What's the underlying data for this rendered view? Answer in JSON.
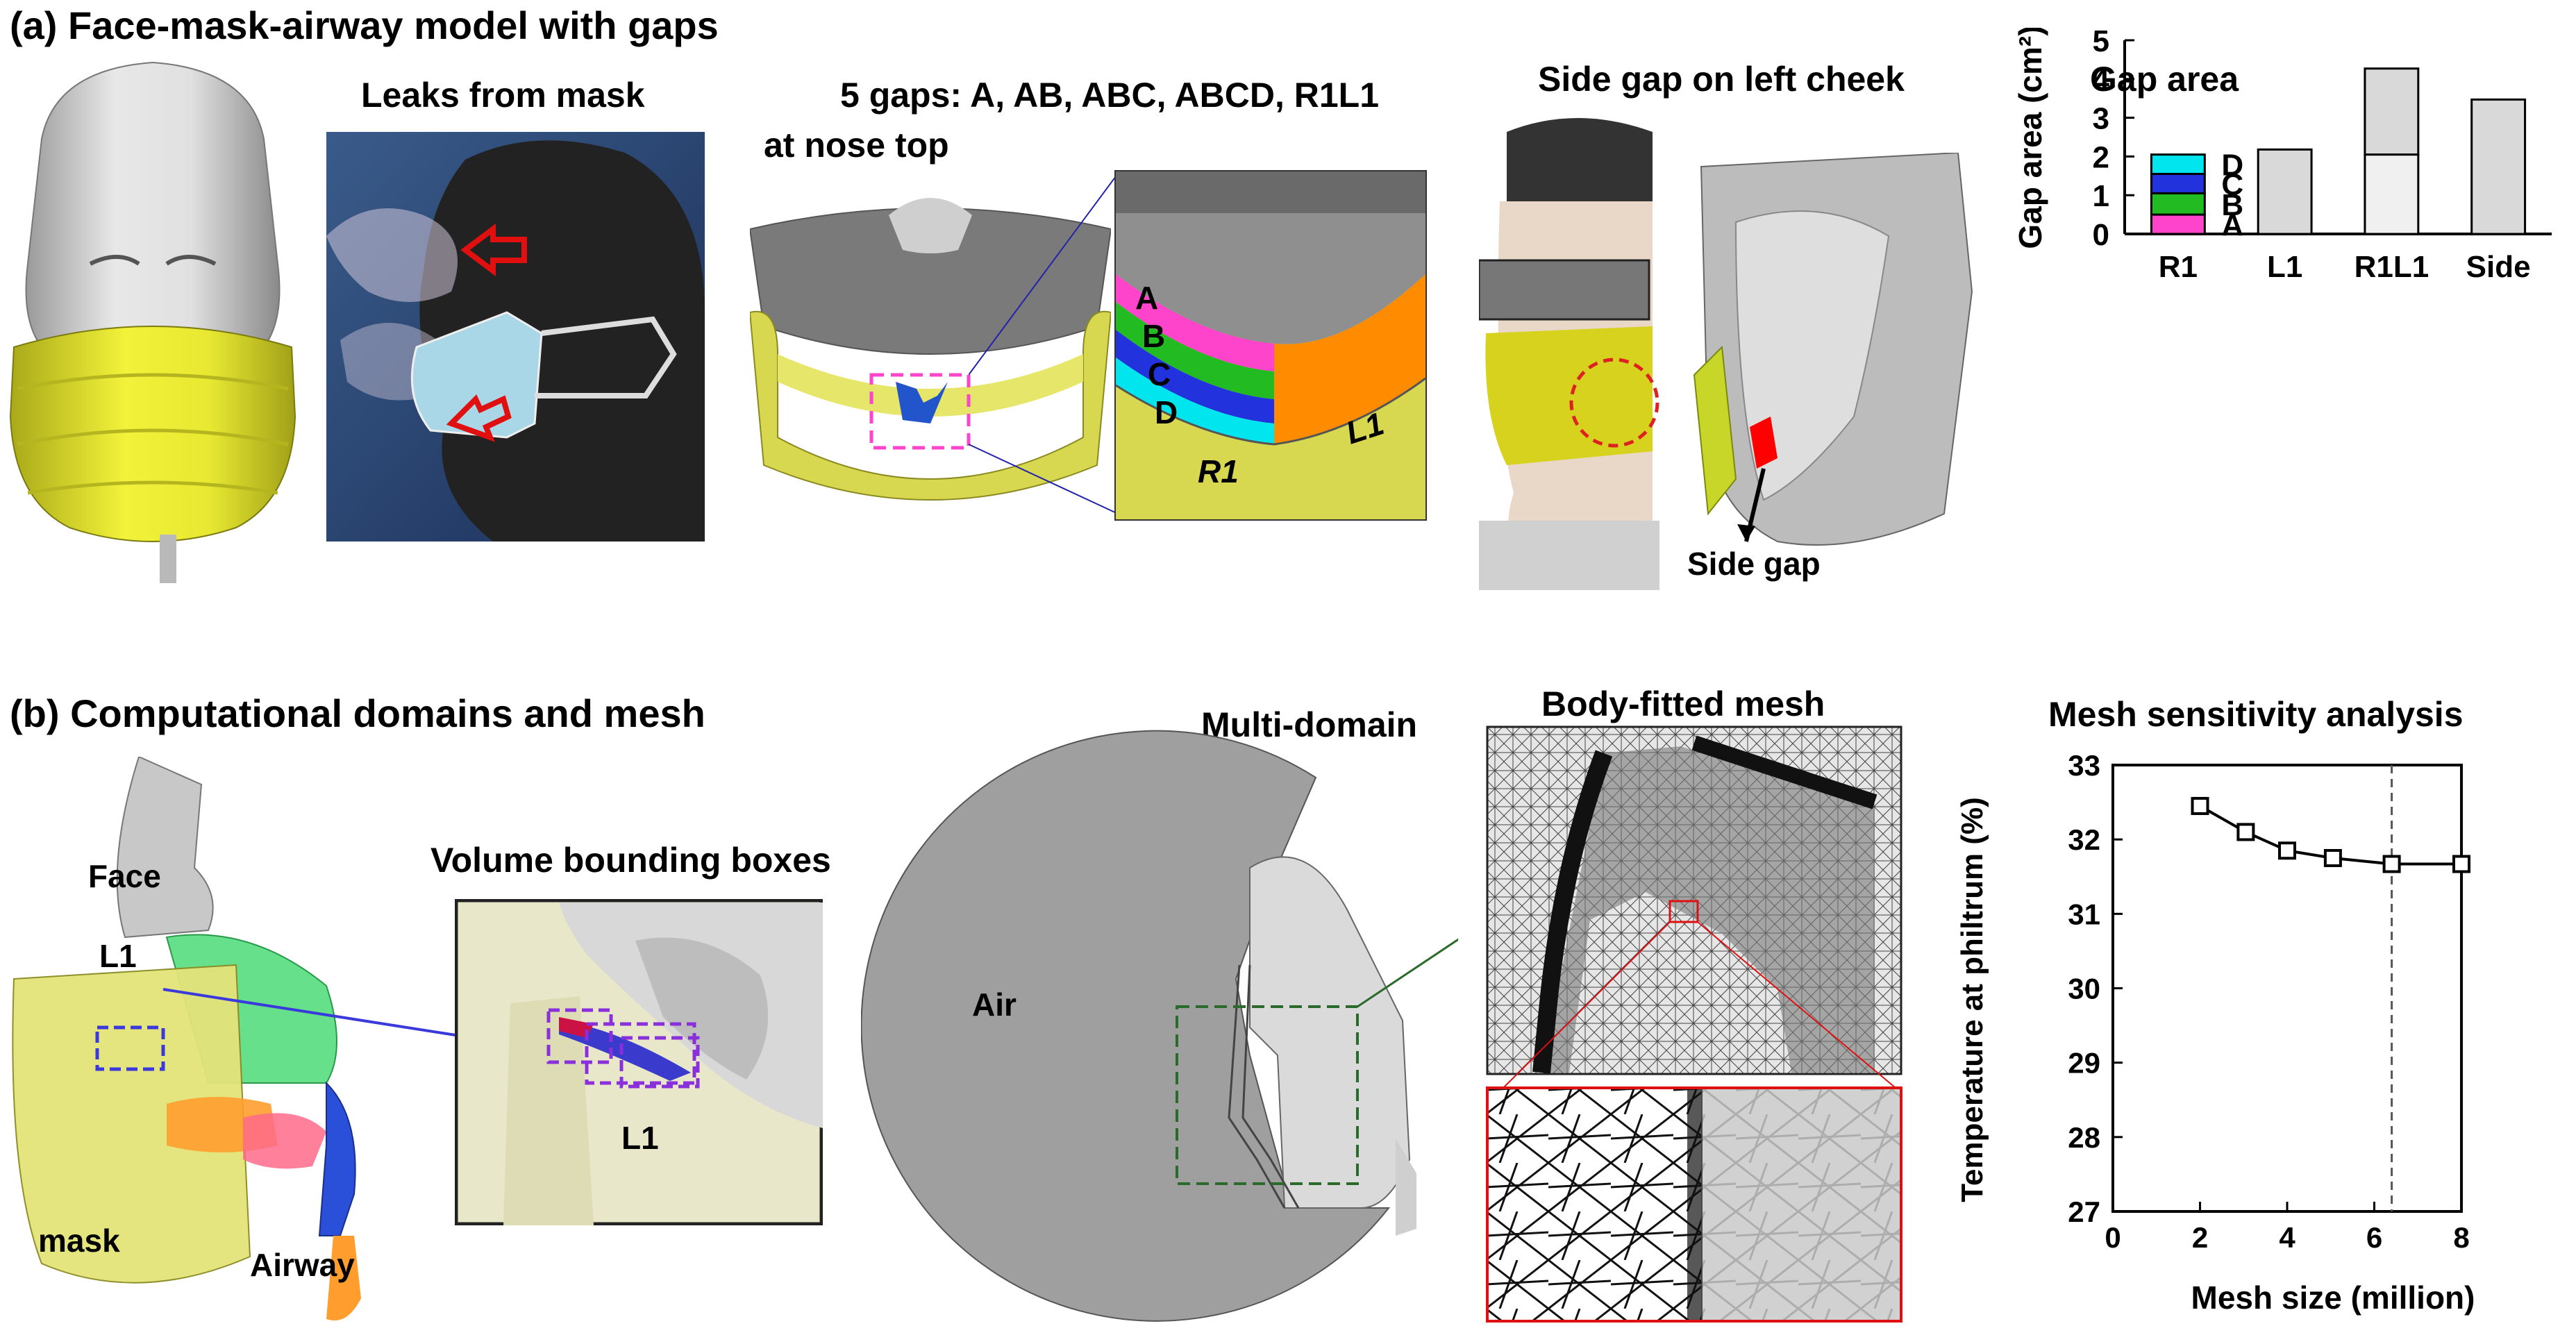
{
  "section_a": {
    "title": "(a) Face-mask-airway model with gaps",
    "photo_title": "Leaks from mask",
    "gaps_title_line1": "5 gaps: A, AB, ABC, ABCD, R1L1",
    "gaps_title_line2": "at nose top",
    "gap_labels": [
      "A",
      "B",
      "C",
      "D"
    ],
    "zone_r1": "R1",
    "zone_l1": "L1",
    "side_gap_title": "Side gap on left cheek",
    "side_gap_label": "Side gap"
  },
  "section_b": {
    "title": "(b) Computational domains and mesh",
    "face_label": "Face",
    "l1_label": "L1",
    "mask_label": "mask",
    "airway_label": "Airway",
    "bbox_title": "Volume bounding boxes",
    "bbox_l1": "L1",
    "multidomain_title": "Multi-domain",
    "air_label": "Air",
    "mesh_title": "Body-fitted mesh"
  },
  "colors": {
    "mask_yellow": "#e6e62e",
    "gap_a": "#ff44cc",
    "gap_b": "#22bb22",
    "gap_c": "#2233dd",
    "gap_d": "#00e5ee",
    "bar_gray": "#d9d9d9",
    "bar_light": "#f0f0f0",
    "l1_orange": "#ff8c00",
    "side_red": "#ff0000"
  },
  "chart_data": [
    {
      "type": "bar",
      "title": "Gap area",
      "ylabel": "Gap area (cm²)",
      "xlabel": "",
      "categories": [
        "R1",
        "L1",
        "R1L1",
        "Side"
      ],
      "ylim": [
        0,
        5
      ],
      "yticks": [
        "0",
        "1",
        "2",
        "3",
        "4",
        "5"
      ],
      "stack_labels": [
        "A",
        "B",
        "C",
        "D"
      ],
      "r1_stack": [
        0.5,
        0.55,
        0.5,
        0.5
      ],
      "values": [
        2.05,
        2.18,
        4.27,
        3.47
      ],
      "r1l1_split": [
        2.05,
        2.22
      ],
      "grid": false,
      "legend": "none"
    },
    {
      "type": "line",
      "title": "Mesh sensitivity analysis",
      "xlabel": "Mesh size (million)",
      "ylabel": "Temperature at philtrum (%)",
      "x": [
        2.0,
        3.05,
        4.0,
        5.05,
        6.4,
        8.0
      ],
      "y": [
        32.45,
        32.1,
        31.85,
        31.75,
        31.67,
        31.67
      ],
      "xlim": [
        0,
        8
      ],
      "ylim": [
        27,
        33
      ],
      "xticks": [
        "0",
        "2",
        "4",
        "6",
        "8"
      ],
      "yticks": [
        "27",
        "28",
        "29",
        "30",
        "31",
        "32",
        "33"
      ],
      "reference_x": 6.4,
      "grid": false,
      "legend": "none"
    }
  ]
}
